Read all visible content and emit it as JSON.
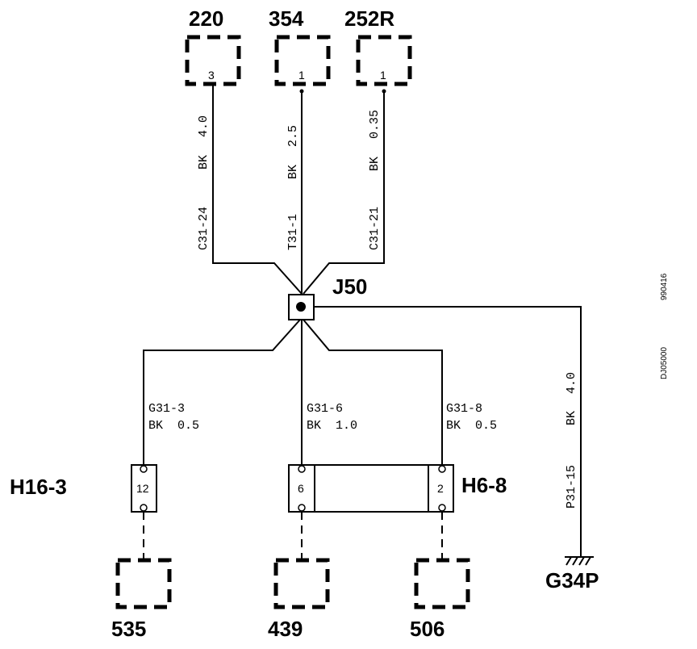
{
  "connectors_top": [
    {
      "id": "220",
      "pin": "3"
    },
    {
      "id": "354",
      "pin": "1"
    },
    {
      "id": "252R",
      "pin": "1"
    }
  ],
  "top_wires": [
    {
      "circuit": "C31-24",
      "color": "BK",
      "gauge": "4.0"
    },
    {
      "circuit": "T31-1",
      "color": "BK",
      "gauge": "2.5"
    },
    {
      "circuit": "C31-21",
      "color": "BK",
      "gauge": "0.35"
    }
  ],
  "junction": {
    "label": "J50"
  },
  "bottom_wires": [
    {
      "circuit": "G31-3",
      "spec": "BK  0.5"
    },
    {
      "circuit": "G31-6",
      "spec": "BK  1.0"
    },
    {
      "circuit": "G31-8",
      "spec": "BK  0.5"
    }
  ],
  "ground_wire": {
    "circuit": "P31-15",
    "color": "BK",
    "gauge": "4.0"
  },
  "inline_connectors": {
    "left": {
      "label": "H16-3",
      "pin": "12"
    },
    "right": {
      "label": "H6-8",
      "pin_left": "6",
      "pin_right": "2"
    }
  },
  "connectors_bottom": [
    {
      "id": "535"
    },
    {
      "id": "439"
    },
    {
      "id": "506"
    }
  ],
  "ground": {
    "label": "G34P"
  },
  "side_codes": {
    "doc": "DJ05000",
    "date": "990416"
  }
}
